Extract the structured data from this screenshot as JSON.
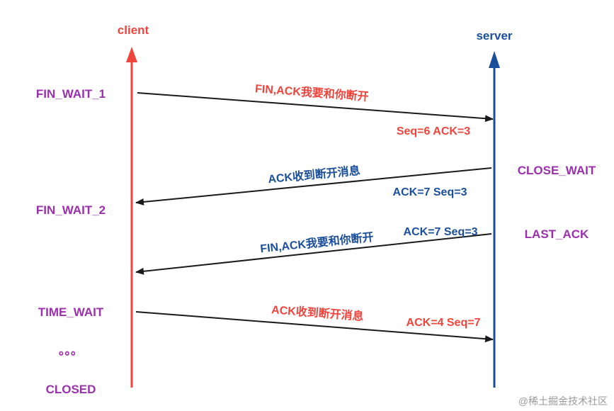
{
  "colors": {
    "client": "#f0443c",
    "server": "#1b4f9c",
    "state": "#9b2fae",
    "arrow": "#1a1a1a",
    "watermark": "#9a9a9a"
  },
  "client_label": "client",
  "server_label": "server",
  "client_states": [
    "FIN_WAIT_1",
    "FIN_WAIT_2",
    "TIME_WAIT",
    "。。。",
    "CLOSED"
  ],
  "server_states": [
    "CLOSE_WAIT",
    "LAST_ACK"
  ],
  "messages": [
    {
      "label": "FIN,ACK我要和你断开",
      "seq": "Seq=6 ACK=3",
      "direction": "client-to-server",
      "label_color": "client",
      "seq_color": "client"
    },
    {
      "label": "ACK收到断开消息",
      "seq": "ACK=7 Seq=3",
      "direction": "server-to-client",
      "label_color": "server",
      "seq_color": "server"
    },
    {
      "label": "FIN,ACK我要和你断开",
      "seq": "ACK=7 Seq=3",
      "direction": "server-to-client",
      "label_color": "server",
      "seq_color": "server"
    },
    {
      "label": "ACK收到断开消息",
      "seq": "ACK=4 Seq=7",
      "direction": "client-to-server",
      "label_color": "client",
      "seq_color": "client"
    }
  ],
  "watermark": "@稀土掘金技术社区"
}
